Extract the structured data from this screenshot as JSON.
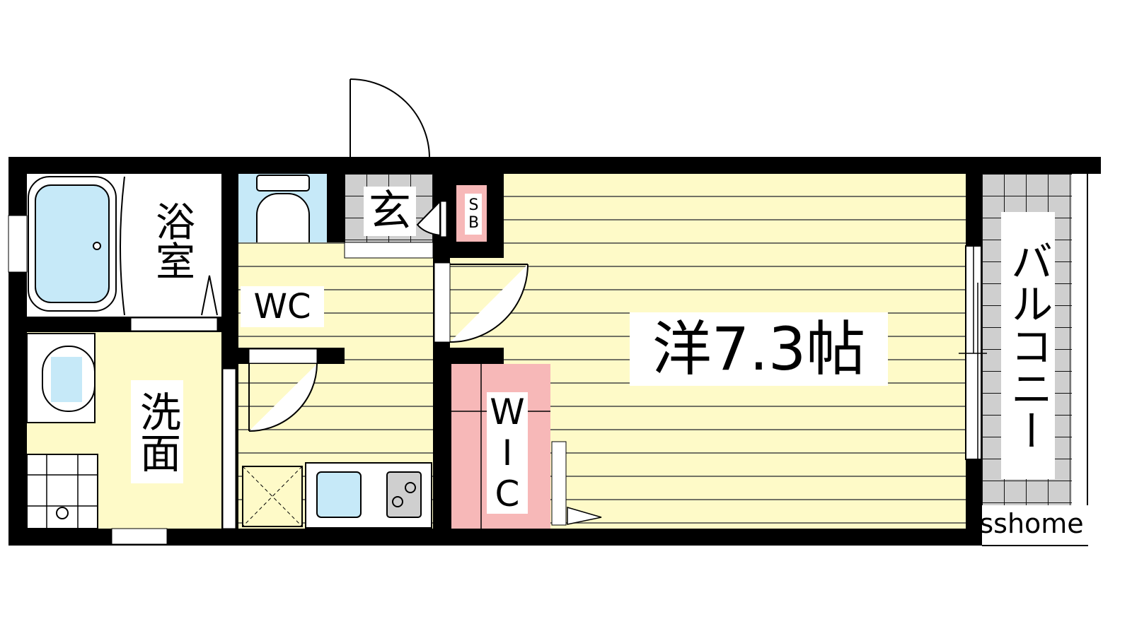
{
  "rooms": {
    "bath": "浴室",
    "toilet": "WC",
    "entrance": "玄",
    "shoe_box": "SB",
    "washroom": "洗面",
    "western_room": "洋7.3帖",
    "walk_in_closet": "WIC",
    "balcony": "バルコニー"
  },
  "watermark": "sshome",
  "colors": {
    "wall": "#000000",
    "floor_yellow": "#fefac8",
    "wc_blue": "#c6e9f8",
    "closet_pink": "#f7b8b8",
    "tile_grey": "#cfcfcf",
    "fixture_blue": "#c6e9f8"
  }
}
